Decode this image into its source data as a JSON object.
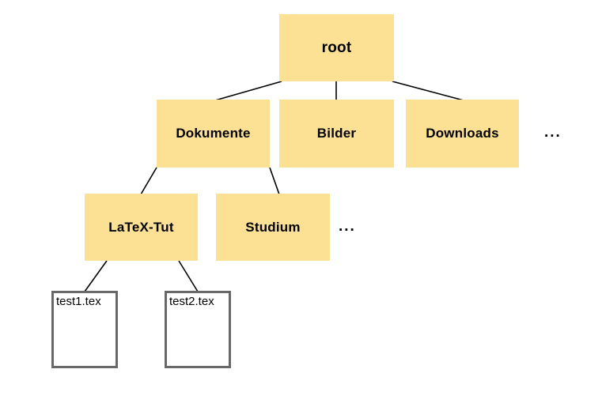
{
  "diagram": {
    "type": "tree",
    "description": "File system directory hierarchy",
    "nodes": {
      "root": {
        "label": "root",
        "kind": "folder"
      },
      "dokumente": {
        "label": "Dokumente",
        "kind": "folder"
      },
      "bilder": {
        "label": "Bilder",
        "kind": "folder"
      },
      "downloads": {
        "label": "Downloads",
        "kind": "folder"
      },
      "ellipsis_level2": {
        "label": "...",
        "kind": "ellipsis"
      },
      "latex_tut": {
        "label": "LaTeX-Tut",
        "kind": "folder"
      },
      "studium": {
        "label": "Studium",
        "kind": "folder"
      },
      "ellipsis_level3": {
        "label": "...",
        "kind": "ellipsis"
      },
      "test1": {
        "label": "test1.tex",
        "kind": "file"
      },
      "test2": {
        "label": "test2.tex",
        "kind": "file"
      }
    },
    "edges": [
      {
        "from": "root",
        "to": "dokumente"
      },
      {
        "from": "root",
        "to": "bilder"
      },
      {
        "from": "root",
        "to": "downloads"
      },
      {
        "from": "dokumente",
        "to": "latex_tut"
      },
      {
        "from": "dokumente",
        "to": "studium"
      },
      {
        "from": "latex_tut",
        "to": "test1"
      },
      {
        "from": "latex_tut",
        "to": "test2"
      }
    ],
    "colors": {
      "folder_fill": "#FCE094",
      "file_border": "#686868",
      "line": "#000000",
      "text": "#000000",
      "background": "#ffffff"
    }
  }
}
